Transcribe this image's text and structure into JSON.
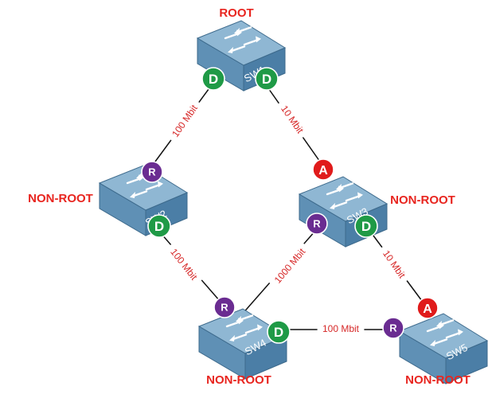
{
  "colors": {
    "role_label": "#e8251f",
    "link_label": "#d62828",
    "designated": "#1f9a46",
    "root_port": "#6a2c91",
    "alternate": "#e01b1b",
    "switch_top": "#8fb7d3",
    "switch_left": "#5f90b5",
    "switch_right": "#4b7ea6"
  },
  "switches": [
    {
      "name": "SW1",
      "role": "ROOT"
    },
    {
      "name": "SW2",
      "role": "NON-ROOT"
    },
    {
      "name": "SW3",
      "role": "NON-ROOT"
    },
    {
      "name": "SW4",
      "role": "NON-ROOT"
    },
    {
      "name": "SW5",
      "role": "NON-ROOT"
    }
  ],
  "links": [
    {
      "from": "SW1",
      "to": "SW2",
      "label": "100 Mbit"
    },
    {
      "from": "SW1",
      "to": "SW3",
      "label": "10 Mbit"
    },
    {
      "from": "SW2",
      "to": "SW4",
      "label": "100 Mbit"
    },
    {
      "from": "SW3",
      "to": "SW4",
      "label": "1000 Mbit"
    },
    {
      "from": "SW3",
      "to": "SW5",
      "label": "10 Mbit"
    },
    {
      "from": "SW4",
      "to": "SW5",
      "label": "100 Mbit"
    }
  ],
  "ports": [
    {
      "switch": "SW1",
      "link": "SW1-SW2",
      "role": "designated",
      "letter": "D"
    },
    {
      "switch": "SW1",
      "link": "SW1-SW3",
      "role": "designated",
      "letter": "D"
    },
    {
      "switch": "SW2",
      "link": "SW1-SW2",
      "role": "root",
      "letter": "R"
    },
    {
      "switch": "SW2",
      "link": "SW2-SW4",
      "role": "designated",
      "letter": "D"
    },
    {
      "switch": "SW3",
      "link": "SW1-SW3",
      "role": "alternate",
      "letter": "A"
    },
    {
      "switch": "SW3",
      "link": "SW3-SW4",
      "role": "root",
      "letter": "R"
    },
    {
      "switch": "SW3",
      "link": "SW3-SW5",
      "role": "designated",
      "letter": "D"
    },
    {
      "switch": "SW4",
      "link": "SW2-SW4",
      "role": "root",
      "letter": "R"
    },
    {
      "switch": "SW4",
      "link": "SW4-SW5",
      "role": "designated",
      "letter": "D"
    },
    {
      "switch": "SW5",
      "link": "SW3-SW5",
      "role": "alternate",
      "letter": "A"
    },
    {
      "switch": "SW5",
      "link": "SW4-SW5",
      "role": "root",
      "letter": "R"
    }
  ]
}
